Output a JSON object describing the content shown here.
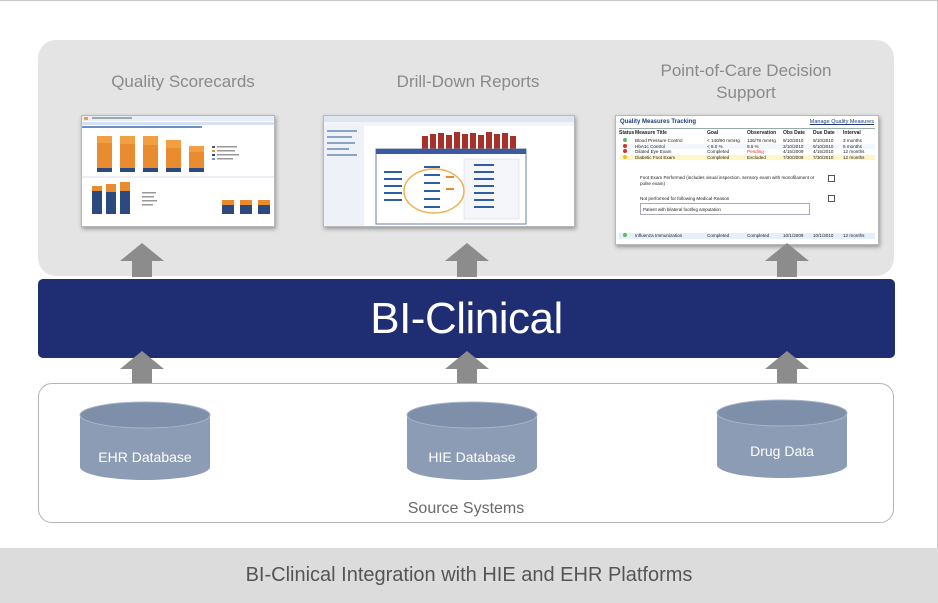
{
  "outputs": [
    {
      "title": "Quality Scorecards"
    },
    {
      "title": "Drill-Down Reports"
    },
    {
      "title": "Point-of-Care Decision Support"
    }
  ],
  "platform": {
    "label": "BI-Clinical",
    "color": "#1f2d73"
  },
  "sources": {
    "label": "Source Systems",
    "databases": [
      {
        "label": "EHR Database"
      },
      {
        "label": "HIE Database"
      },
      {
        "label": "Drug Data"
      }
    ]
  },
  "footer": {
    "caption": "BI-Clinical Integration with HIE and EHR Platforms"
  },
  "quality_measures": {
    "title": "Quality Measures Tracking",
    "link": "Manage Quality Measures",
    "headers": [
      "Status",
      "Measure Title",
      "Goal",
      "Observation",
      "Obs Date",
      "Due Date",
      "Interval"
    ],
    "rows": [
      {
        "status": "green",
        "title": "Blood Pressure Control",
        "goal": "< 140/90 mmHg",
        "obs": "136/78 mmHg",
        "obs_date": "9/10/2010",
        "due": "9/10/2010",
        "interval": "3 months"
      },
      {
        "status": "red",
        "title": "HbA1c Control",
        "goal": "< 8.0 %",
        "obs": "9.5 %",
        "obs_date": "3/10/2010",
        "due": "9/10/2010",
        "interval": "6 months"
      },
      {
        "status": "red",
        "title": "Dilated Eye Exam",
        "goal": "Completed",
        "obs": "Pending",
        "obs_date": "4/15/2009",
        "due": "4/15/2010",
        "interval": "12 months"
      },
      {
        "status": "yellow",
        "title": "Diabetic Foot Exam",
        "goal": "Completed",
        "obs": "Excluded",
        "obs_date": "7/30/2009",
        "due": "7/30/2010",
        "interval": "12 months"
      }
    ],
    "note1": "Foot Exam Performed (includes visual inspection, sensory exam with monofilament or pulse exam)",
    "note2": "Not performed for following Medical Reason",
    "note3": "Patient with bilateral foot/leg amputation",
    "last_row": {
      "status": "green",
      "title": "Influenza Immunization",
      "goal": "Completed",
      "obs": "Completed",
      "obs_date": "10/1/2009",
      "due": "10/1/2010",
      "interval": "12 months"
    }
  },
  "colors": {
    "panel_bg": "#e4e4e4",
    "arrow": "#8c8c8c",
    "database": "#8c9cb4",
    "footer_bg": "#dcdcdc"
  }
}
